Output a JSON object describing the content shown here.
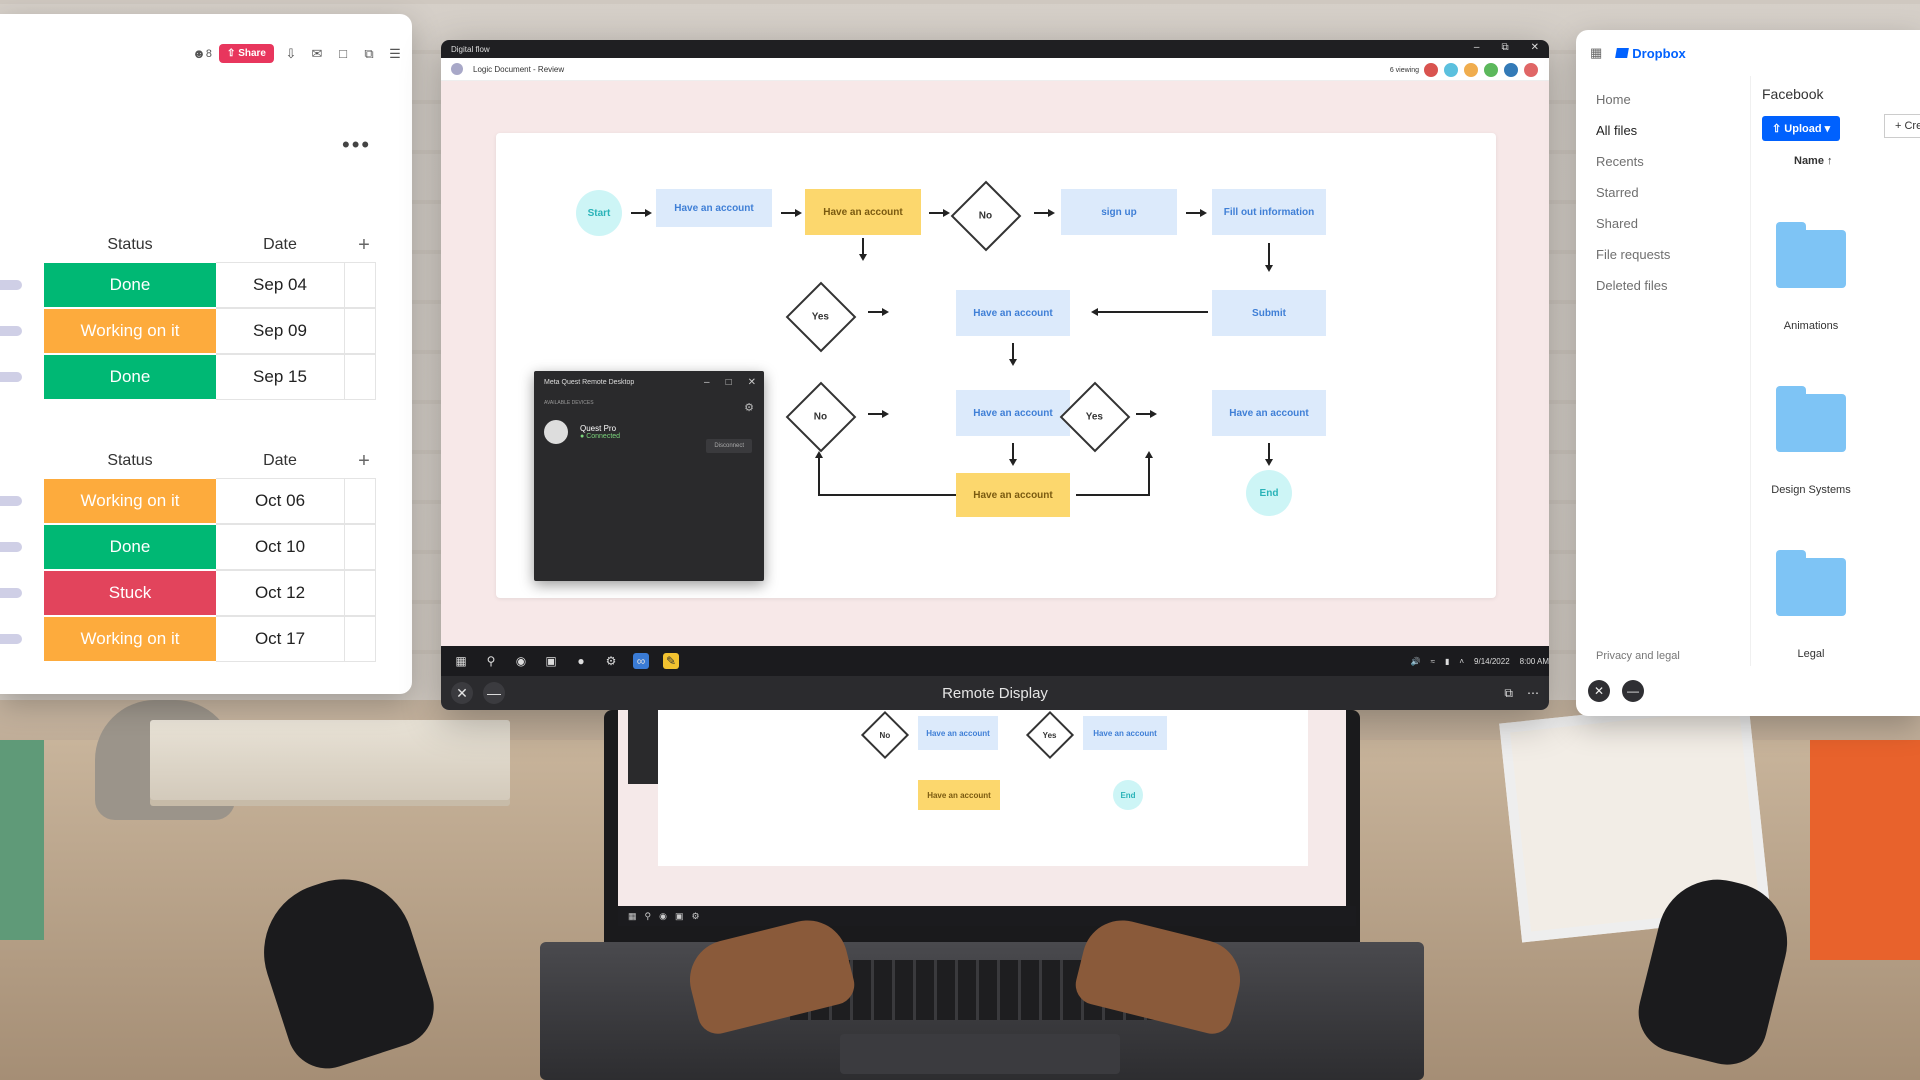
{
  "left_board": {
    "toolbar": {
      "share_label": "Share",
      "invite_badge": "8"
    },
    "groups": [
      {
        "headers": {
          "status": "Status",
          "date": "Date",
          "add": "+"
        },
        "rows": [
          {
            "status": "Done",
            "date": "Sep 04",
            "color": "#00b874"
          },
          {
            "status": "Working on it",
            "date": "Sep 09",
            "color": "#fdab3d"
          },
          {
            "status": "Done",
            "date": "Sep 15",
            "color": "#00b874"
          }
        ]
      },
      {
        "headers": {
          "status": "Status",
          "date": "Date",
          "add": "+"
        },
        "rows": [
          {
            "status": "Working on it",
            "date": "Oct 06",
            "color": "#fdab3d"
          },
          {
            "status": "Done",
            "date": "Oct 10",
            "color": "#00b874"
          },
          {
            "status": "Stuck",
            "date": "Oct 12",
            "color": "#e2445c"
          },
          {
            "status": "Working on it",
            "date": "Oct 17",
            "color": "#fdab3d"
          }
        ]
      }
    ]
  },
  "center_window": {
    "window_title": "Digital flow",
    "doc_title": "Logic Document - Review",
    "viewing": "6 viewing",
    "flow": {
      "start": "Start",
      "n1": "Have an account",
      "n2": "Have an account",
      "d1": "No",
      "n3": "sign up",
      "n4": "Fill out information",
      "d2": "Yes",
      "n5": "Have an account",
      "submit": "Submit",
      "d3": "No",
      "n6": "Have an account",
      "d4": "Yes",
      "n7": "Have an account",
      "n8": "Have an account",
      "end": "End"
    },
    "remote_desktop": {
      "title": "Meta Quest Remote Desktop",
      "section": "AVAILABLE DEVICES",
      "device_name": "Quest Pro",
      "device_status": "Connected",
      "disconnect_label": "Disconnect"
    },
    "taskbar": {
      "date": "9/14/2022",
      "time": "8:00 AM"
    },
    "bottom_bar_title": "Remote Display"
  },
  "dropbox": {
    "brand": "Dropbox",
    "nav": [
      "Home",
      "All files",
      "Recents",
      "Starred",
      "Shared",
      "File requests",
      "Deleted files"
    ],
    "folder_title": "Facebook",
    "upload_label": "Upload",
    "create_label": "Cre",
    "name_col": "Name",
    "folders": [
      "Animations",
      "Design Systems",
      "Legal"
    ],
    "privacy": "Privacy and legal"
  },
  "laptop_screen": {
    "d_no": "No",
    "n_a": "Have an account",
    "d_yes": "Yes",
    "n_b": "Have an account",
    "n_c": "Have an account",
    "end": "End"
  }
}
